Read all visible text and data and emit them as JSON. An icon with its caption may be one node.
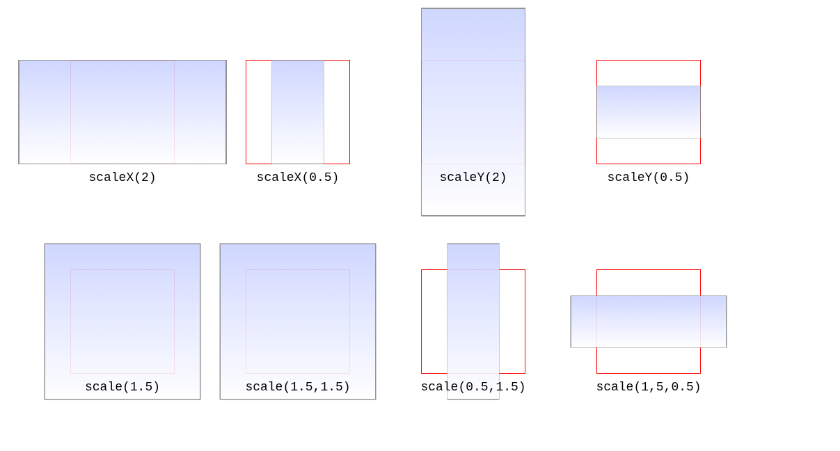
{
  "diagram": {
    "labels": [
      "scaleX(2)",
      "scaleX(0.5)",
      "scaleY(2)",
      "scaleY(0.5)",
      "scale(1.5)",
      "scale(1.5,1.5)",
      "scale(0.5,1.5)",
      "scale(1,5,0.5)"
    ]
  }
}
